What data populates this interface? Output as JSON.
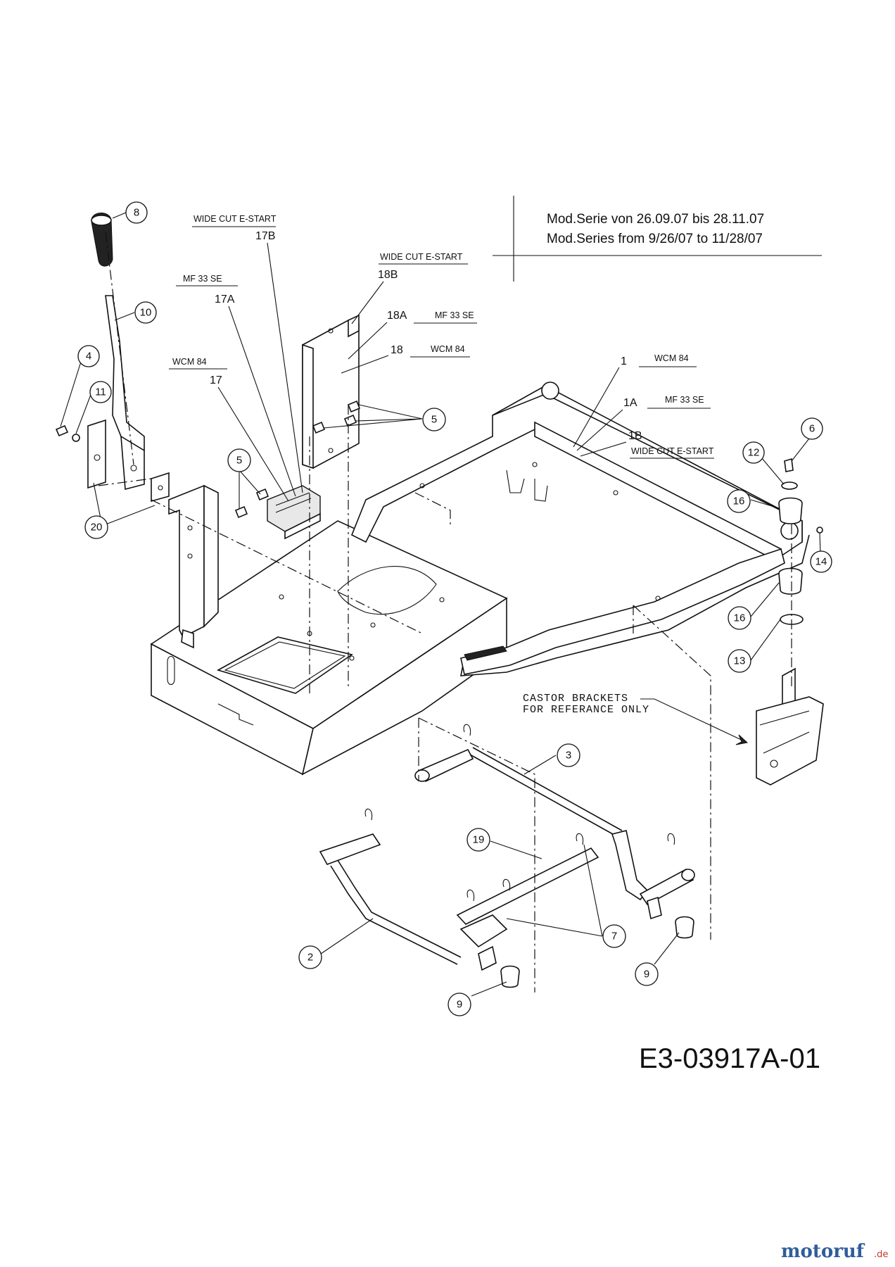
{
  "header": {
    "line1": "Mod.Serie von  26.09.07 bis  28.11.07",
    "line2": "Mod.Series from 9/26/07  to  11/28/07"
  },
  "drawing_code": "E3-03917A-01",
  "watermark": {
    "brand": "motoruf",
    "tld": ".de"
  },
  "note": {
    "line1": "CASTOR BRACKETS",
    "line2": "FOR REFERANCE ONLY"
  },
  "variants": {
    "17B": {
      "model": "WIDE CUT E-START",
      "part": "17B"
    },
    "17A": {
      "model": "MF 33 SE",
      "part": "17A"
    },
    "17": {
      "model": "WCM 84",
      "part": "17"
    },
    "18B": {
      "model": "WIDE CUT E-START",
      "part": "18B"
    },
    "18A": {
      "model": "MF 33 SE",
      "part": "18A"
    },
    "18": {
      "model": "WCM 84",
      "part": "18"
    },
    "1": {
      "model": "WCM 84",
      "part": "1"
    },
    "1A": {
      "model": "MF 33 SE",
      "part": "1A"
    },
    "1B": {
      "model": "WIDE CUT E-START",
      "part": "1B"
    }
  },
  "callouts": {
    "c8": "8",
    "c10": "10",
    "c4": "4",
    "c11": "11",
    "c20": "20",
    "c5a": "5",
    "c5b": "5",
    "c6": "6",
    "c12": "12",
    "c16a": "16",
    "c14": "14",
    "c16b": "16",
    "c13": "13",
    "c3": "3",
    "c19": "19",
    "c7": "7",
    "c2": "2",
    "c9a": "9",
    "c9b": "9"
  }
}
